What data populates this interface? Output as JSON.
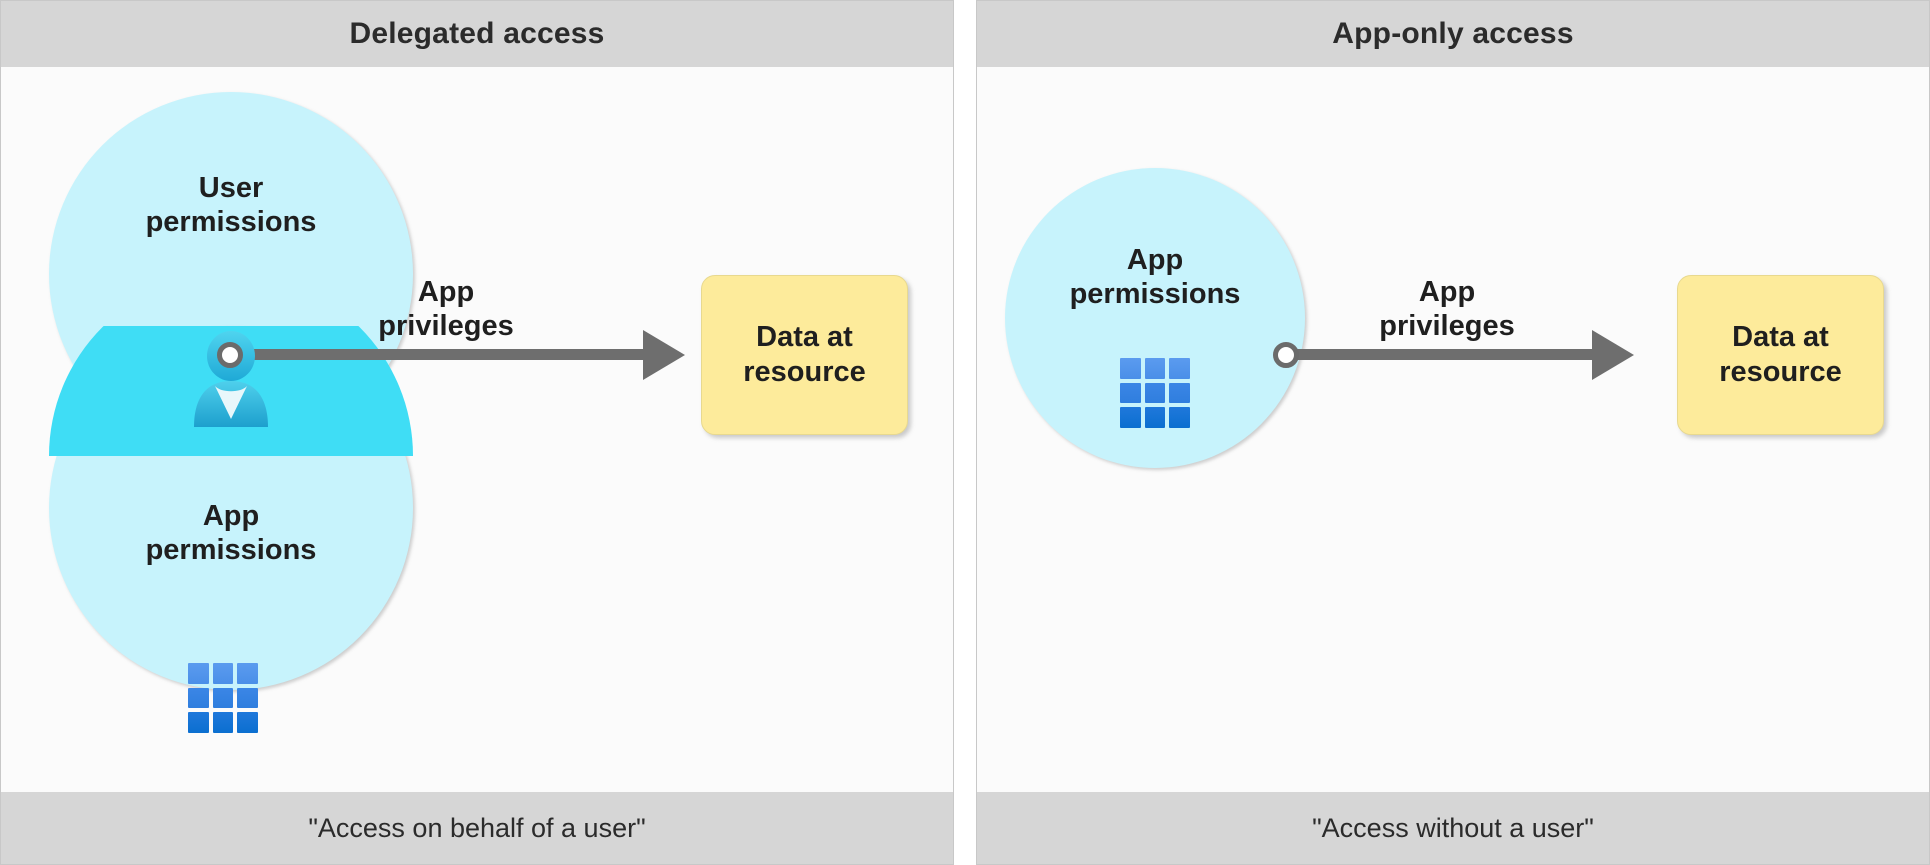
{
  "diagram": {
    "title_semantic": "delegated-vs-app-only-access",
    "colors": {
      "panel_header_bg": "#d6d6d6",
      "panel_body_bg": "#fbfbfb",
      "panel_border": "#c8c8c8",
      "bubble_fill": "#c7f3fc",
      "bubble_overlap_fill": "#3fddf5",
      "arrow_gray": "#6e6e6e",
      "node_fill": "#ffffff",
      "node_border": "#6b6b6b",
      "resource_fill": "#fdeb9b",
      "text_color": "#1f1f1f",
      "grid_icon_blue": "#2f7ede",
      "user_icon_blue": "#32b8e0"
    }
  },
  "panels": [
    {
      "id": "delegated",
      "header": "Delegated access",
      "footer": "\"Access on behalf of a user\"",
      "bubbles": [
        {
          "id": "user-permissions",
          "label": "User\npermissions",
          "icon": "user-icon"
        },
        {
          "id": "app-permissions",
          "label": "App\npermissions",
          "icon": "app-grid-icon"
        }
      ],
      "arrow": {
        "label": "App\nprivileges",
        "direction": "right"
      },
      "resource": {
        "label": "Data at\nresource"
      }
    },
    {
      "id": "app-only",
      "header": "App-only access",
      "footer": "\"Access without a user\"",
      "bubbles": [
        {
          "id": "app-permissions",
          "label": "App\npermissions",
          "icon": "app-grid-icon"
        }
      ],
      "arrow": {
        "label": "App\nprivileges",
        "direction": "right"
      },
      "resource": {
        "label": "Data at\nresource"
      }
    }
  ]
}
